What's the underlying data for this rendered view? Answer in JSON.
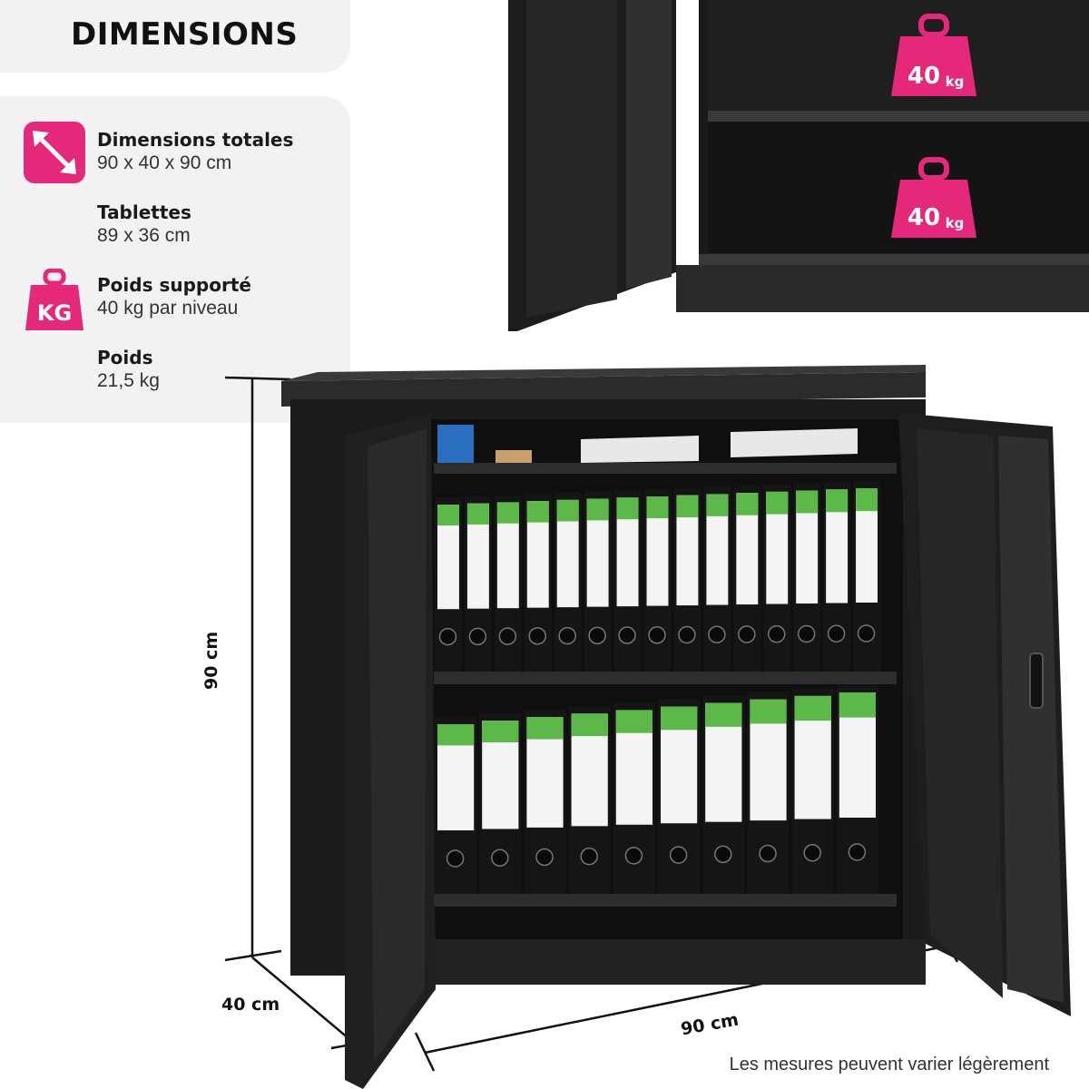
{
  "header": {
    "title": "DIMENSIONS"
  },
  "specs": [
    {
      "label": "Dimensions totales",
      "value": "90 x 40 x 90 cm",
      "icon": "resize-diagonal-icon"
    },
    {
      "label": "Tablettes",
      "value": "89 x 36 cm"
    },
    {
      "label": "Poids supporté",
      "value": "40 kg par niveau",
      "icon": "weight-kg-icon",
      "icon_text": "KG"
    },
    {
      "label": "Poids",
      "value": "21,5 kg"
    }
  ],
  "shelf_loads": [
    {
      "number": "40",
      "unit": "kg"
    },
    {
      "number": "40",
      "unit": "kg"
    }
  ],
  "dimensions": {
    "height": "90 cm",
    "depth": "40 cm",
    "width": "90 cm"
  },
  "footer": {
    "disclaimer": "Les mesures peuvent varier légèrement"
  },
  "colors": {
    "accent": "#e6287a",
    "panel": "#f2f2f2",
    "cabinet": "#1e1e1e",
    "binder_green": "#5cb848"
  }
}
